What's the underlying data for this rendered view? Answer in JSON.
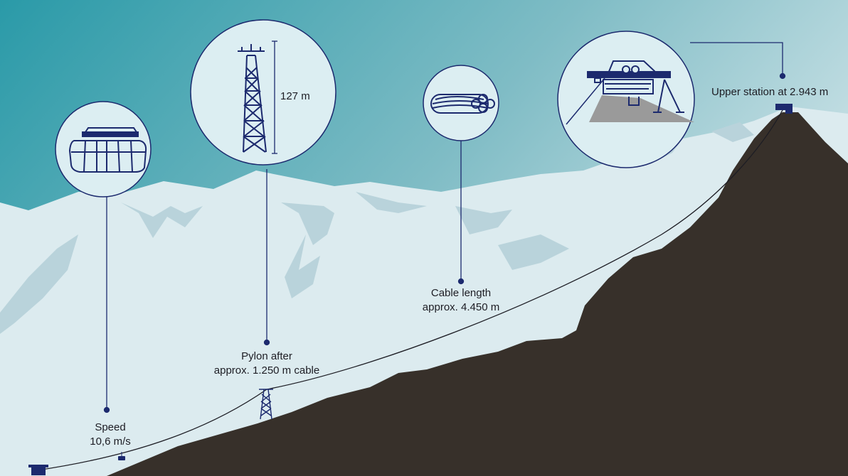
{
  "colors": {
    "sky_dark": "#2a9aa8",
    "sky_light": "#cfe3e7",
    "snow": "#dcebef",
    "snow_shadow": "#b9d3db",
    "mountain": "#37302a",
    "navy": "#1c2a6e",
    "bubble_fill": "#dceef2"
  },
  "callouts": {
    "speed": {
      "line1": "Speed",
      "line2": "10,6 m/s",
      "icon": "gondola-cabin-icon"
    },
    "pylon": {
      "line1": "Pylon after",
      "line2": "approx. 1.250 m cable",
      "height_label": "127 m",
      "icon": "pylon-tower-icon"
    },
    "cable": {
      "line1": "Cable length",
      "line2": "approx. 4.450 m",
      "icon": "cable-bundle-icon"
    },
    "station": {
      "line1": "Upper station at 2.943 m",
      "icon": "upper-station-icon"
    }
  }
}
